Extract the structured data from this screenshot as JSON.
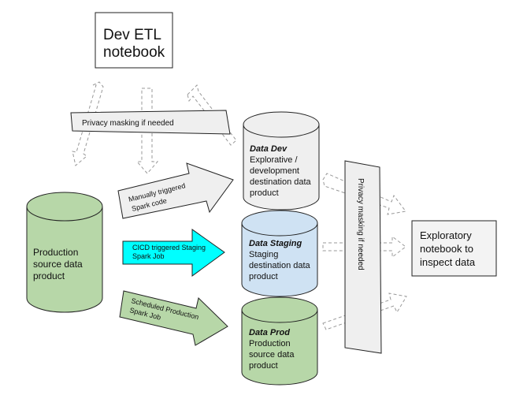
{
  "dev_etl_box": {
    "line1": "Dev ETL",
    "line2": "notebook"
  },
  "privacy_banner": {
    "label": "Privacy masking if needed"
  },
  "privacy_vertical": {
    "label": "Privacy masking if needed"
  },
  "production_source": {
    "line1": "Production",
    "line2": "source data",
    "line3": "product"
  },
  "arrows": {
    "manual": {
      "line1": "Manually triggered",
      "line2": "Spark code"
    },
    "cicd": {
      "line1": "CICD triggered Staging",
      "line2": "Spark Job"
    },
    "scheduled": {
      "line1": "Scheduled Production",
      "line2": "Spark Job"
    }
  },
  "data_dev": {
    "title": "Data Dev",
    "line1": "Explorative /",
    "line2": "development",
    "line3": "destination data",
    "line4": "product"
  },
  "data_staging": {
    "title": "Data Staging",
    "line1": "Staging",
    "line2": "destination data",
    "line3": "product"
  },
  "data_prod": {
    "title": "Data Prod",
    "line1": "Production",
    "line2": "source data",
    "line3": "product"
  },
  "exploratory_box": {
    "line1": "Exploratory",
    "line2": "notebook to",
    "line3": "inspect data"
  },
  "colors": {
    "green_fill": "#b7d7a8",
    "grey_fill": "#efefef",
    "blue_fill": "#cfe2f3",
    "cyan_fill": "#00ffff",
    "stroke": "#000000",
    "dashed": "#999999"
  }
}
